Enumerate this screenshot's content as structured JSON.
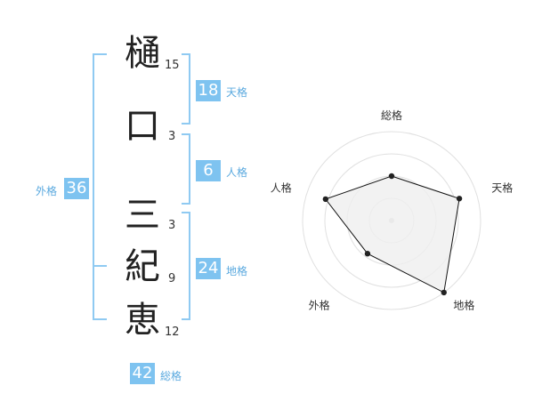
{
  "name": {
    "chars": [
      {
        "char": "樋",
        "strokes": "15"
      },
      {
        "char": "口",
        "strokes": "3"
      },
      {
        "char": "三",
        "strokes": "3"
      },
      {
        "char": "紀",
        "strokes": "9"
      },
      {
        "char": "恵",
        "strokes": "12"
      }
    ]
  },
  "fortunes": {
    "tenkaku": {
      "value": "18",
      "label": "天格"
    },
    "jinkaku": {
      "value": "6",
      "label": "人格"
    },
    "chikaku": {
      "value": "24",
      "label": "地格"
    },
    "gaikaku": {
      "value": "36",
      "label": "外格"
    },
    "soukaku": {
      "value": "42",
      "label": "総格"
    }
  },
  "radar": {
    "axes": [
      "総格",
      "天格",
      "地格",
      "外格",
      "人格"
    ],
    "levels": 4,
    "values": [
      2.5,
      4.0,
      5.0,
      2.3,
      3.9
    ],
    "max": 5,
    "colors": {
      "fill": "#efefef",
      "stroke": "#111111",
      "ring": "#e0e0e0"
    }
  }
}
